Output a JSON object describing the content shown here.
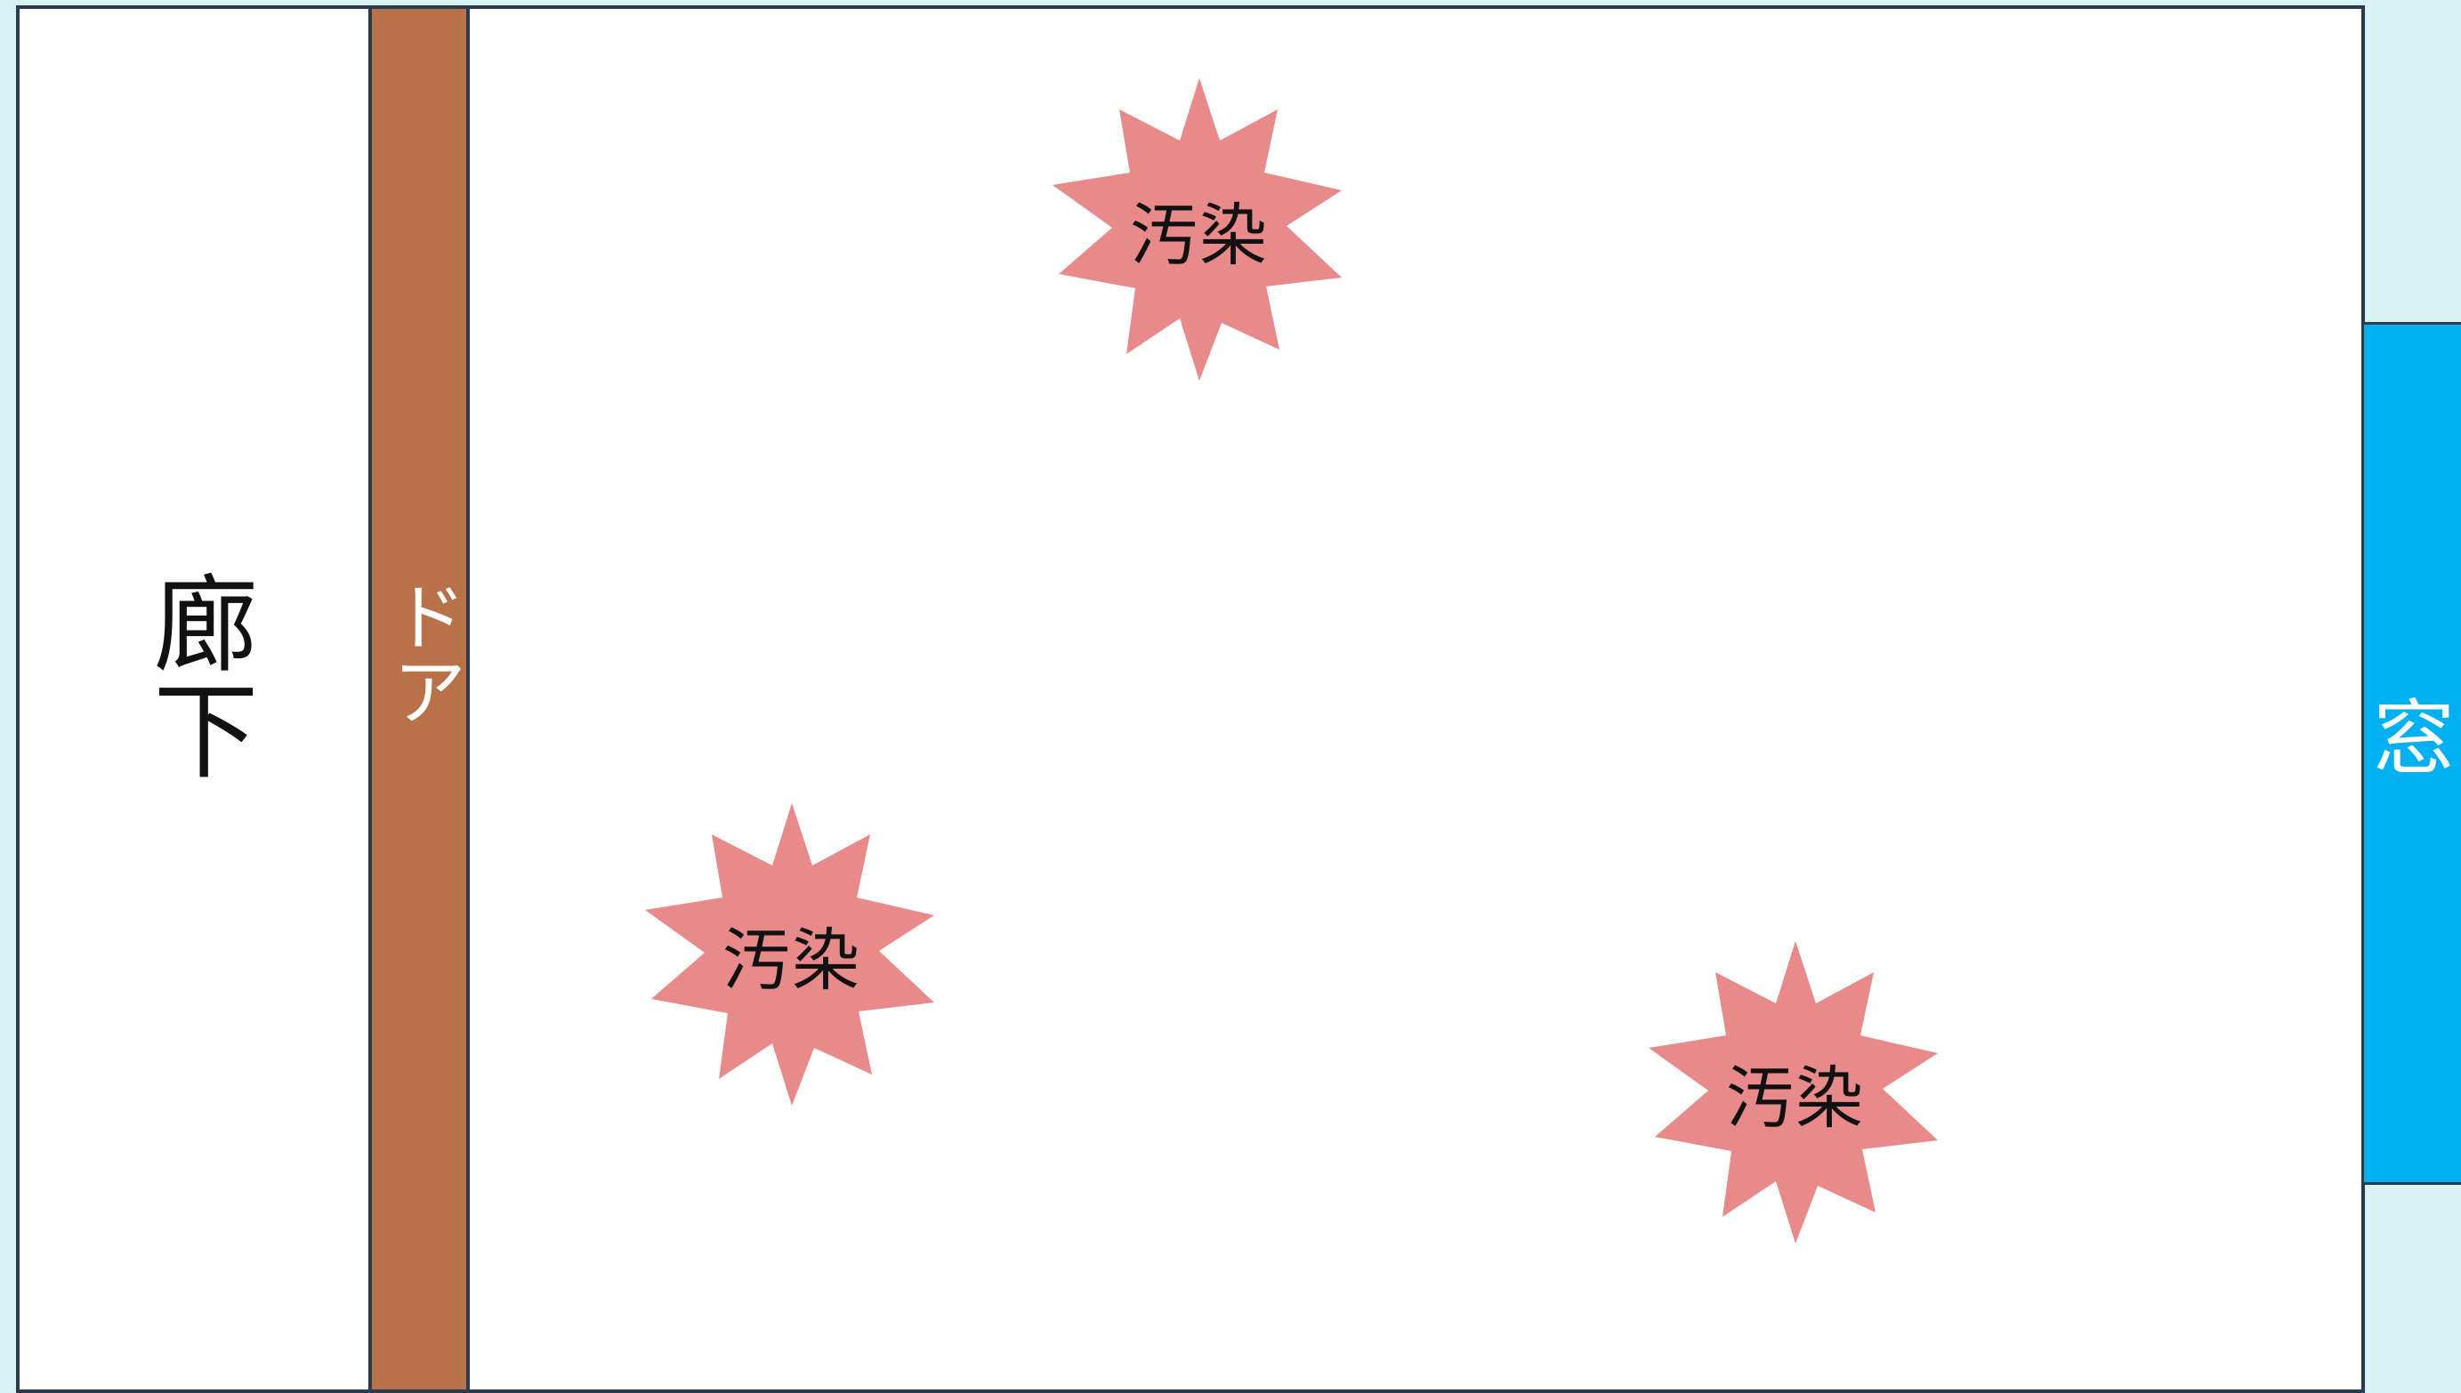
{
  "corridor": {
    "label": "廊下"
  },
  "door": {
    "label": "ドア"
  },
  "window": {
    "label": "窓"
  },
  "contamination": [
    {
      "label": "汚染"
    },
    {
      "label": "汚染"
    },
    {
      "label": "汚染"
    }
  ],
  "colors": {
    "background": "#d9f2f4",
    "floor": "#ffffff",
    "outline": "#2a3a4f",
    "door": "#b87148",
    "window": "#00b0f0",
    "contamination": "#e88a8a"
  }
}
